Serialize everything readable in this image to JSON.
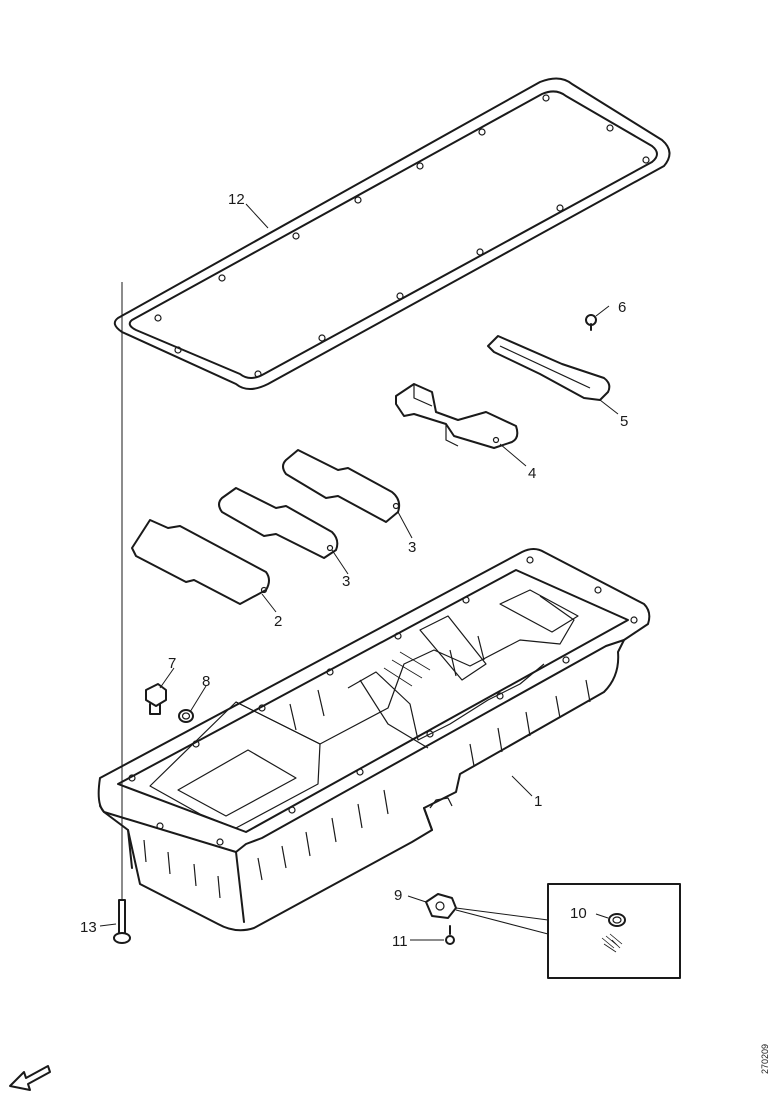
{
  "diagram": {
    "callouts": {
      "c1": "1",
      "c2": "2",
      "c3a": "3",
      "c3b": "3",
      "c4": "4",
      "c5": "5",
      "c6": "6",
      "c7": "7",
      "c8": "8",
      "c9": "9",
      "c10": "10",
      "c11": "11",
      "c12": "12",
      "c13": "13"
    },
    "reference_code": "270209"
  }
}
